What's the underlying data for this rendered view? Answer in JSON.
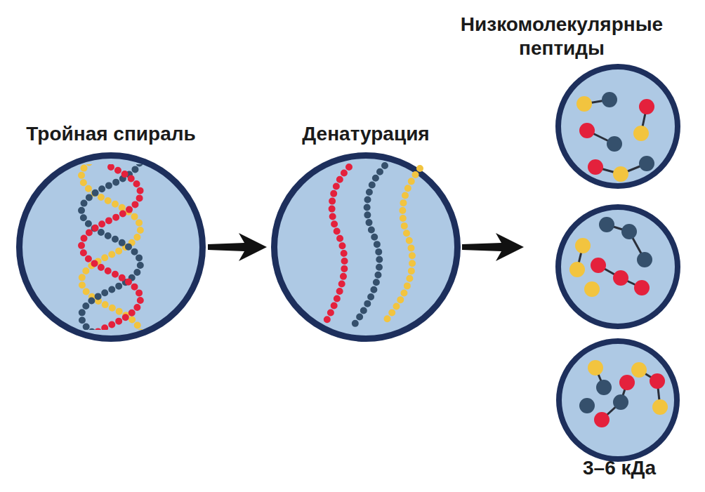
{
  "diagram": {
    "nodes": [
      {
        "text": [
          "Тройная спираль"
        ]
      },
      {
        "text": [
          "Денатурация"
        ]
      },
      {
        "text": [
          "Низкомолекулярные пептиды",
          "3–6 кДа"
        ]
      }
    ],
    "edges": [
      {
        "from": 0,
        "to": 1,
        "arrow": "to"
      },
      {
        "from": 1,
        "to": 2,
        "arrow": "to"
      }
    ]
  }
}
